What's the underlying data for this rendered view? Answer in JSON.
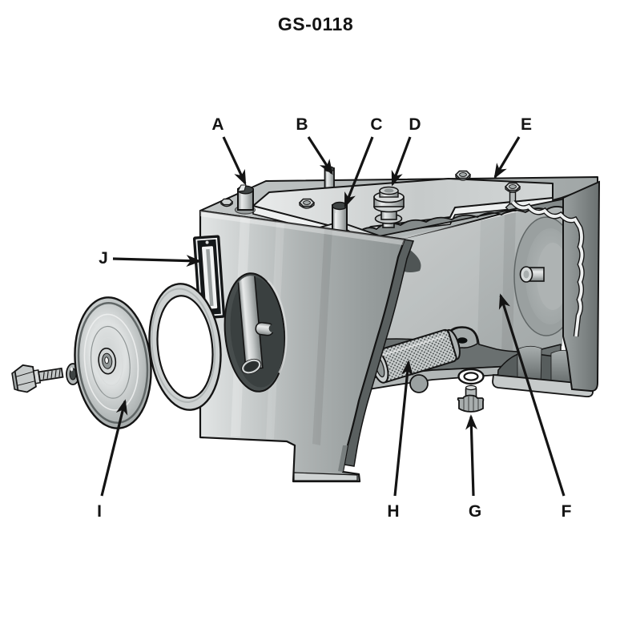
{
  "figure": {
    "title": "GS-0118"
  },
  "callouts": [
    {
      "letter": "A"
    },
    {
      "letter": "B"
    },
    {
      "letter": "C"
    },
    {
      "letter": "D"
    },
    {
      "letter": "E"
    },
    {
      "letter": "F"
    },
    {
      "letter": "G"
    },
    {
      "letter": "H"
    },
    {
      "letter": "I"
    },
    {
      "letter": "J"
    }
  ],
  "palette": {
    "ink": "#141414",
    "paper": "#ffffff",
    "metal_light": "#e9ebeb",
    "metal_mid": "#b9bebe",
    "metal_dark": "#8d9393",
    "interior_shadow": "#5f6565",
    "mesh_dot": "#474d4d"
  }
}
